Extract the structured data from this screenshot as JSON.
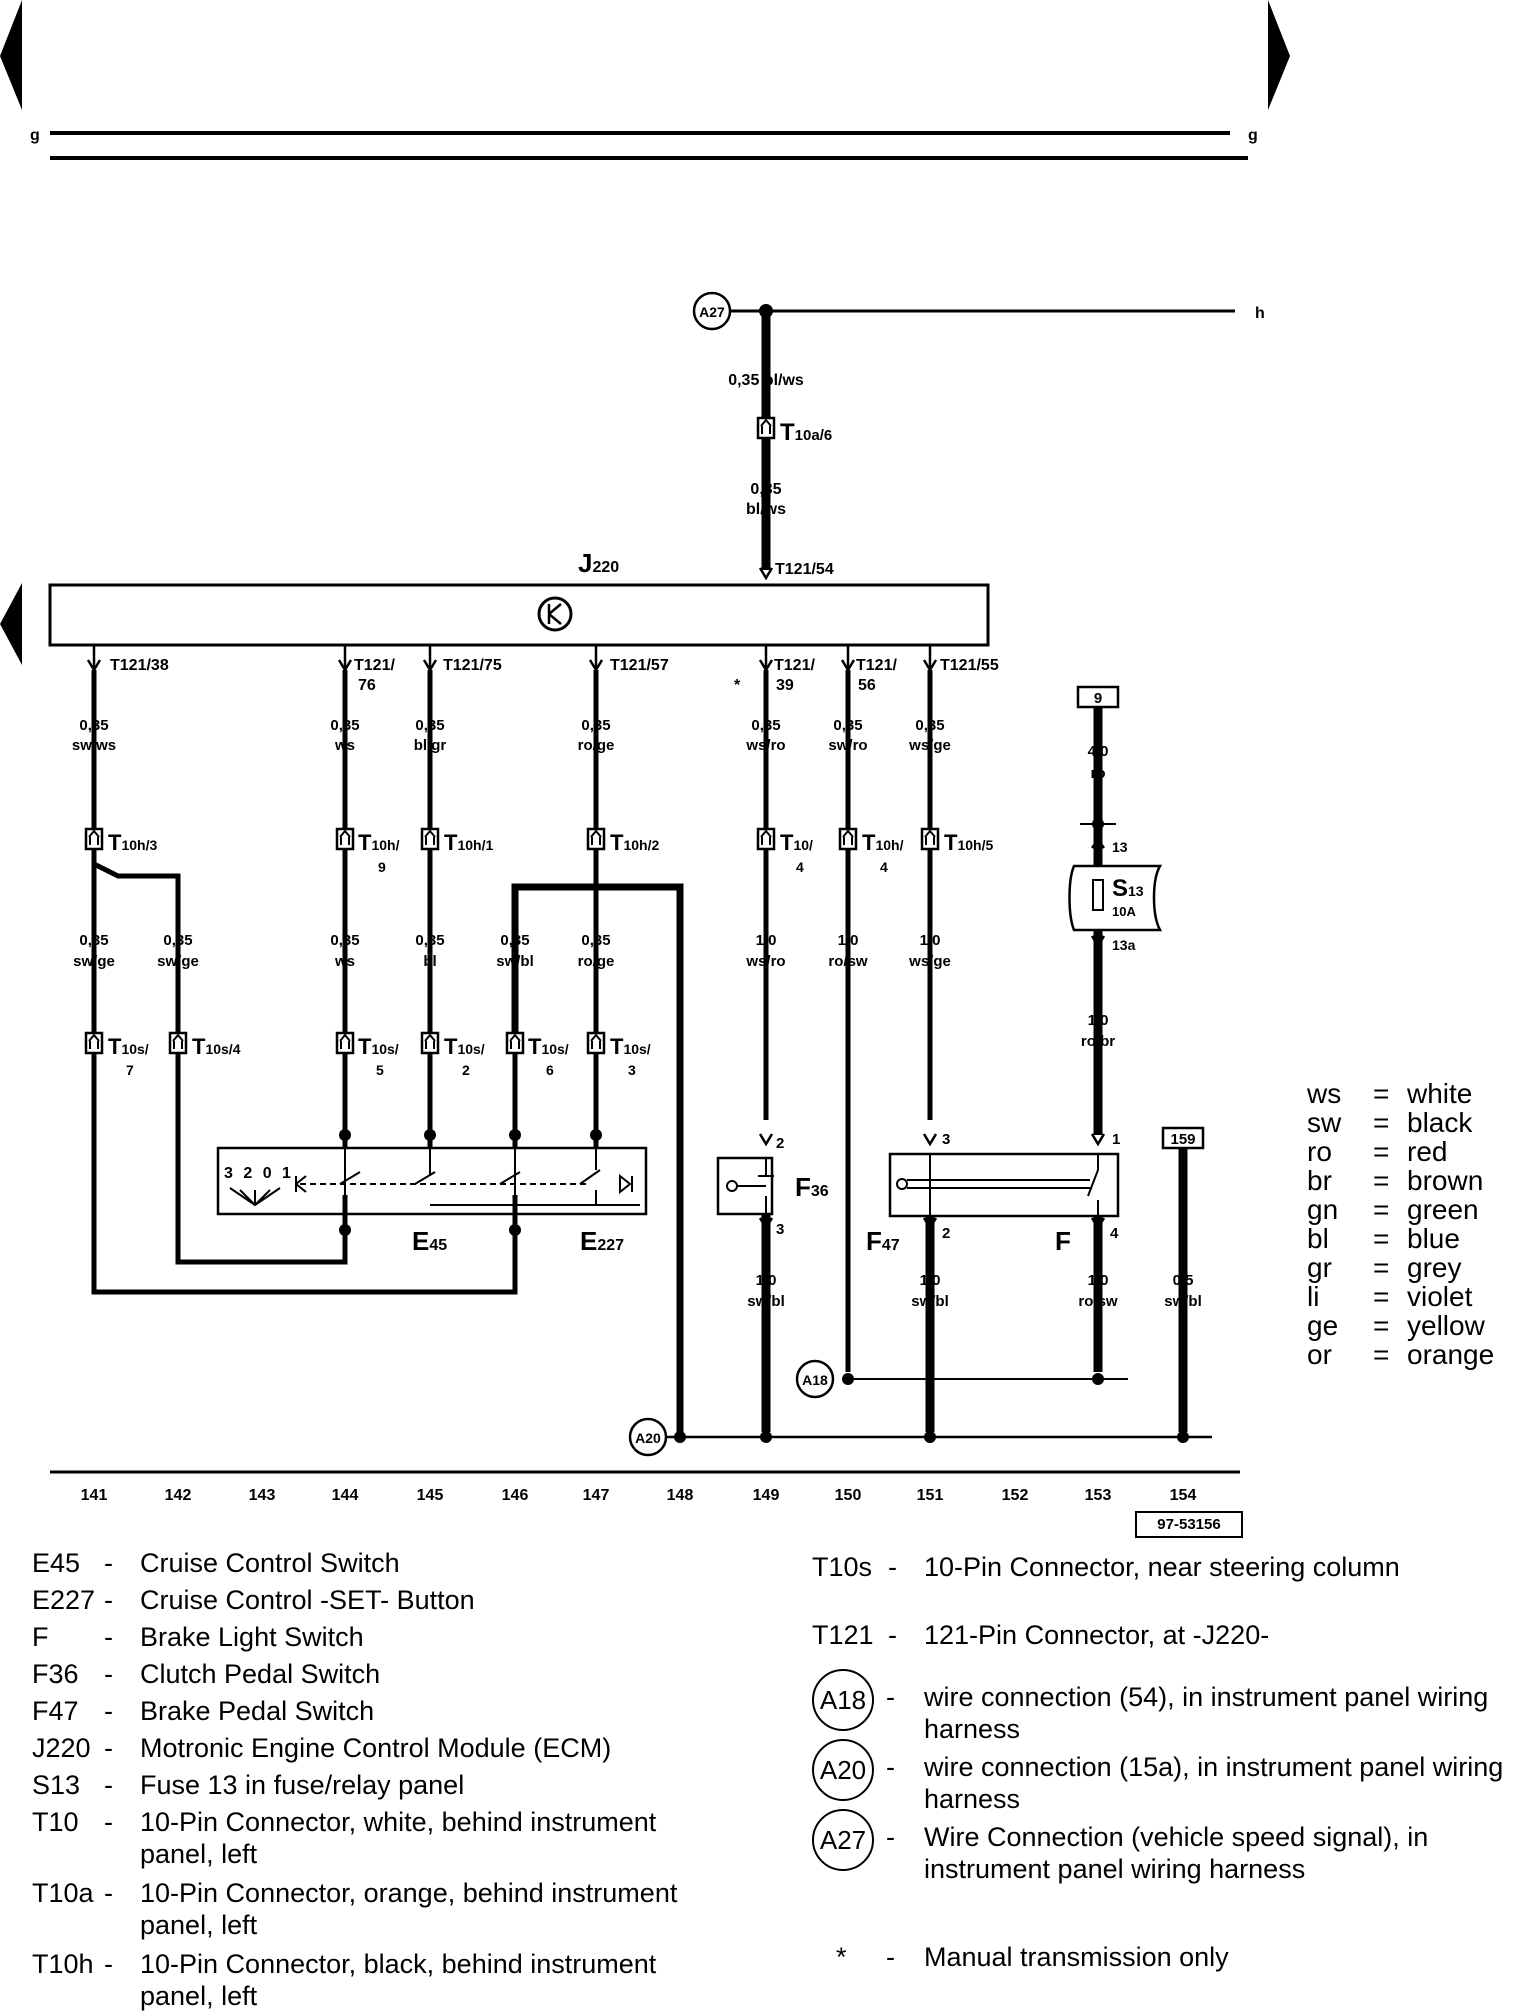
{
  "nav": {
    "left_arrow": "arrow-left-icon",
    "right_arrow": "arrow-right-icon"
  },
  "bus": {
    "top_left": "g",
    "top_right": "g",
    "h_label": "h"
  },
  "module": {
    "name": "J220",
    "name_main": "J",
    "name_sub": "220",
    "symbol": "ecm-symbol-icon"
  },
  "top_wire": {
    "splice": "A27",
    "gauge1": "0,35 bl/ws",
    "connector": "T10a/6",
    "connector_main": "T",
    "connector_sub": "10a/6",
    "gauge2a": "0,35",
    "gauge2b": "bl/ws",
    "pin": "T121/54"
  },
  "pins": {
    "p38": "T121/38",
    "p76a": "T121/",
    "p76b": "76",
    "p75": "T121/75",
    "p57": "T121/57",
    "p39a": "T121/",
    "p39b": "39",
    "p56a": "T121/",
    "p56b": "56",
    "p55": "T121/55",
    "asterisk": "*"
  },
  "wires_upper": [
    {
      "g": "0,35",
      "c": "sw/ws"
    },
    {
      "g": "0,35",
      "c": "ws"
    },
    {
      "g": "0,35",
      "c": "bl/gr"
    },
    {
      "g": "0,35",
      "c": "ro/ge"
    },
    {
      "g": "0,35",
      "c": "ws/ro"
    },
    {
      "g": "0,35",
      "c": "sw/ro"
    },
    {
      "g": "0,35",
      "c": "ws/ge"
    }
  ],
  "t10h": {
    "c3": {
      "main": "T",
      "sub": "10h/3"
    },
    "c9a": {
      "main": "T",
      "sub": "10h/"
    },
    "c9b": "9",
    "c1": {
      "main": "T",
      "sub": "10h/1"
    },
    "c2": {
      "main": "T",
      "sub": "10h/2"
    },
    "c4a": {
      "main": "T",
      "sub": "10/"
    },
    "c4b": "4",
    "c4ha": {
      "main": "T",
      "sub": "10h/"
    },
    "c4hb": "4",
    "c5": {
      "main": "T",
      "sub": "10h/5"
    }
  },
  "wires_mid": [
    {
      "g": "0,35",
      "c": "sw/ge"
    },
    {
      "g": "0,35",
      "c": "sw/ge"
    },
    {
      "g": "0,35",
      "c": "ws"
    },
    {
      "g": "0,35",
      "c": "bl"
    },
    {
      "g": "0,35",
      "c": "sw/bl"
    },
    {
      "g": "0,35",
      "c": "ro/ge"
    },
    {
      "g": "1,0",
      "c": "ws/ro"
    },
    {
      "g": "1,0",
      "c": "ro/sw"
    },
    {
      "g": "1,0",
      "c": "ws/ge"
    }
  ],
  "t10s": [
    {
      "main": "T",
      "sub": "10s/",
      "n": "7"
    },
    {
      "main": "T",
      "sub": "10s/4",
      "n": ""
    },
    {
      "main": "T",
      "sub": "10s/",
      "n": "5"
    },
    {
      "main": "T",
      "sub": "10s/",
      "n": "2"
    },
    {
      "main": "T",
      "sub": "10s/",
      "n": "6"
    },
    {
      "main": "T",
      "sub": "10s/",
      "n": "3"
    }
  ],
  "fuse": {
    "ref_box": "9",
    "feed_g": "4,0",
    "feed_c": "ro",
    "pin_in": "13",
    "name_main": "S",
    "name_sub": "13",
    "rating": "10A",
    "pin_out": "13a",
    "out_g": "1,0",
    "out_c": "ro/br"
  },
  "switches": {
    "e45": {
      "main": "E",
      "sub": "45"
    },
    "e227": {
      "main": "E",
      "sub": "227"
    },
    "positions": "3 2 0 1",
    "f36": {
      "main": "F",
      "sub": "36"
    },
    "f36_pin_top": "2",
    "f36_pin_bottom": "3",
    "f47": {
      "main": "F",
      "sub": "47"
    },
    "f47_pin_top": "3",
    "f47_pin_bottom": "2",
    "f": "F",
    "f_pin_top": "1",
    "f_pin_bottom": "4",
    "ref_box_159": "159"
  },
  "wires_lower": [
    {
      "g": "1,0",
      "c": "sw/bl"
    },
    {
      "g": "1,0",
      "c": "sw/bl"
    },
    {
      "g": "1,0",
      "c": "ro/sw"
    },
    {
      "g": "0,5",
      "c": "sw/bl"
    }
  ],
  "splices": {
    "a18": "A18",
    "a20": "A20"
  },
  "tracks": [
    "141",
    "142",
    "143",
    "144",
    "145",
    "146",
    "147",
    "148",
    "149",
    "150",
    "151",
    "152",
    "153",
    "154"
  ],
  "figure_id": "97-53156",
  "color_legend": [
    {
      "code": "ws",
      "name": "white"
    },
    {
      "code": "sw",
      "name": "black"
    },
    {
      "code": "ro",
      "name": "red"
    },
    {
      "code": "br",
      "name": "brown"
    },
    {
      "code": "gn",
      "name": "green"
    },
    {
      "code": "bl",
      "name": "blue"
    },
    {
      "code": "gr",
      "name": "grey"
    },
    {
      "code": "li",
      "name": "violet"
    },
    {
      "code": "ge",
      "name": "yellow"
    },
    {
      "code": "or",
      "name": "orange"
    }
  ],
  "components_left": [
    {
      "code": "E45",
      "desc": "Cruise Control Switch"
    },
    {
      "code": "E227",
      "desc": "Cruise Control -SET- Button"
    },
    {
      "code": "F",
      "desc": "Brake Light Switch"
    },
    {
      "code": "F36",
      "desc": "Clutch Pedal Switch"
    },
    {
      "code": "F47",
      "desc": "Brake Pedal Switch"
    },
    {
      "code": "J220",
      "desc": "Motronic Engine Control Module (ECM)"
    },
    {
      "code": "S13",
      "desc": "Fuse 13 in fuse/relay panel"
    },
    {
      "code": "T10",
      "desc": "10-Pin Connector, white, behind instrument panel, left"
    },
    {
      "code": "T10a",
      "desc": "10-Pin Connector, orange, behind instrument panel, left"
    },
    {
      "code": "T10h",
      "desc": "10-Pin Connector, black, behind instrument panel, left"
    }
  ],
  "components_right": [
    {
      "code": "T10s",
      "desc": "10-Pin Connector,  near steering column"
    },
    {
      "code": "T121",
      "desc": "121-Pin Connector, at -J220-"
    },
    {
      "code": "A18",
      "desc": "wire connection (54), in instrument panel wiring harness"
    },
    {
      "code": "A20",
      "desc": "wire connection (15a), in instrument panel wiring harness"
    },
    {
      "code": "A27",
      "desc": "Wire Connection (vehicle speed signal), in instrument panel wiring harness"
    },
    {
      "code": "*",
      "desc": "Manual transmission only"
    }
  ],
  "dash": "-"
}
